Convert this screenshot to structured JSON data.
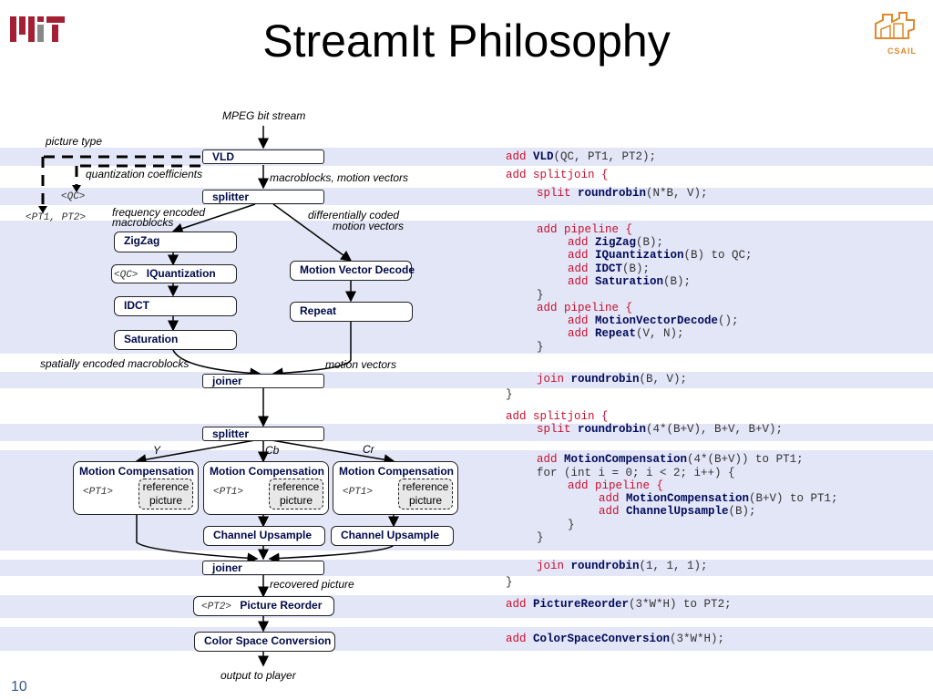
{
  "title": "StreamIt Philosophy",
  "page_number": "10",
  "logos": {
    "left": "MIT",
    "right": "CSAIL"
  },
  "diagram": {
    "top_input": "MPEG bit stream",
    "picture_type": "picture type",
    "quantization_coefficients": "quantization coefficients",
    "macroblocks_motion_vectors": "macroblocks, motion vectors",
    "qc_tag": "<QC>",
    "pt_tag": "<PT1, PT2>",
    "freq_encoded_1": "frequency encoded",
    "freq_encoded_2": "macroblocks",
    "diff_coded_1": "differentially coded",
    "diff_coded_2": "motion vectors",
    "spatially_encoded": "spatially encoded macroblocks",
    "motion_vectors": "motion vectors",
    "y": "Y",
    "cb": "Cb",
    "cr": "Cr",
    "recovered_picture": "recovered picture",
    "output_to_player": "output to player",
    "boxes": {
      "vld": "VLD",
      "splitter1": "splitter",
      "zigzag": "ZigZag",
      "iquant_tag": "<QC>",
      "iquant": "IQuantization",
      "idct": "IDCT",
      "saturation": "Saturation",
      "mvd": "Motion Vector Decode",
      "repeat": "Repeat",
      "joiner1": "joiner",
      "splitter2": "splitter",
      "mc_title": "Motion Compensation",
      "mc_pt": "<PT1>",
      "mc_ref": "reference picture",
      "upsample": "Channel Upsample",
      "joiner2": "joiner",
      "reorder_tag": "<PT2>",
      "reorder": "Picture Reorder",
      "csc": "Color Space Conversion"
    }
  },
  "code": [
    {
      "indent": 0,
      "parts": [
        {
          "t": "add ",
          "c": "kw"
        },
        {
          "t": "VLD",
          "c": "fn"
        },
        {
          "t": "(QC, PT1, PT2);",
          "c": ""
        }
      ]
    },
    {
      "indent": 0,
      "parts": [
        {
          "t": "add splitjoin {",
          "c": "kw"
        }
      ]
    },
    {
      "indent": 1,
      "parts": [
        {
          "t": "split ",
          "c": "kw"
        },
        {
          "t": "roundrobin",
          "c": "fn"
        },
        {
          "t": "(N*B, V);",
          "c": ""
        }
      ]
    },
    {
      "indent": 1,
      "parts": [
        {
          "t": "add pipeline {",
          "c": "kw"
        }
      ]
    },
    {
      "indent": 2,
      "parts": [
        {
          "t": "add ",
          "c": "kw"
        },
        {
          "t": "ZigZag",
          "c": "fn"
        },
        {
          "t": "(B);",
          "c": ""
        }
      ]
    },
    {
      "indent": 2,
      "parts": [
        {
          "t": "add ",
          "c": "kw"
        },
        {
          "t": "IQuantization",
          "c": "fn"
        },
        {
          "t": "(B) to QC;",
          "c": ""
        }
      ]
    },
    {
      "indent": 2,
      "parts": [
        {
          "t": "add ",
          "c": "kw"
        },
        {
          "t": "IDCT",
          "c": "fn"
        },
        {
          "t": "(B);",
          "c": ""
        }
      ]
    },
    {
      "indent": 2,
      "parts": [
        {
          "t": "add ",
          "c": "kw"
        },
        {
          "t": "Saturation",
          "c": "fn"
        },
        {
          "t": "(B);",
          "c": ""
        }
      ]
    },
    {
      "indent": 1,
      "parts": [
        {
          "t": "}",
          "c": ""
        }
      ]
    },
    {
      "indent": 1,
      "parts": [
        {
          "t": "add pipeline {",
          "c": "kw"
        }
      ]
    },
    {
      "indent": 2,
      "parts": [
        {
          "t": "add ",
          "c": "kw"
        },
        {
          "t": "MotionVectorDecode",
          "c": "fn"
        },
        {
          "t": "();",
          "c": ""
        }
      ]
    },
    {
      "indent": 2,
      "parts": [
        {
          "t": "add ",
          "c": "kw"
        },
        {
          "t": "Repeat",
          "c": "fn"
        },
        {
          "t": "(V, N);",
          "c": ""
        }
      ]
    },
    {
      "indent": 1,
      "parts": [
        {
          "t": "}",
          "c": ""
        }
      ]
    },
    {
      "indent": 1,
      "parts": [
        {
          "t": "join ",
          "c": "kw"
        },
        {
          "t": "roundrobin",
          "c": "fn"
        },
        {
          "t": "(B, V);",
          "c": ""
        }
      ]
    },
    {
      "indent": 0,
      "parts": [
        {
          "t": "}",
          "c": ""
        }
      ]
    },
    {
      "indent": 0,
      "parts": [
        {
          "t": "add splitjoin {",
          "c": "kw"
        }
      ]
    },
    {
      "indent": 1,
      "parts": [
        {
          "t": "split ",
          "c": "kw"
        },
        {
          "t": "roundrobin",
          "c": "fn"
        },
        {
          "t": "(4*(B+V), B+V, B+V);",
          "c": ""
        }
      ]
    },
    {
      "indent": 1,
      "parts": [
        {
          "t": "add ",
          "c": "kw"
        },
        {
          "t": "MotionCompensation",
          "c": "fn"
        },
        {
          "t": "(4*(B+V)) to PT1;",
          "c": ""
        }
      ]
    },
    {
      "indent": 1,
      "parts": [
        {
          "t": "for (int i = 0; i < 2; i++) {",
          "c": ""
        }
      ]
    },
    {
      "indent": 2,
      "parts": [
        {
          "t": "add pipeline {",
          "c": "kw"
        }
      ]
    },
    {
      "indent": 3,
      "parts": [
        {
          "t": "add ",
          "c": "kw"
        },
        {
          "t": "MotionCompensation",
          "c": "fn"
        },
        {
          "t": "(B+V) to PT1;",
          "c": ""
        }
      ]
    },
    {
      "indent": 3,
      "parts": [
        {
          "t": "add ",
          "c": "kw"
        },
        {
          "t": "ChannelUpsample",
          "c": "fn"
        },
        {
          "t": "(B);",
          "c": ""
        }
      ]
    },
    {
      "indent": 2,
      "parts": [
        {
          "t": "}",
          "c": ""
        }
      ]
    },
    {
      "indent": 1,
      "parts": [
        {
          "t": "}",
          "c": ""
        }
      ]
    },
    {
      "indent": 1,
      "parts": [
        {
          "t": "join ",
          "c": "kw"
        },
        {
          "t": "roundrobin",
          "c": "fn"
        },
        {
          "t": "(1, 1, 1);",
          "c": ""
        }
      ]
    },
    {
      "indent": 0,
      "parts": [
        {
          "t": "}",
          "c": ""
        }
      ]
    },
    {
      "indent": 0,
      "parts": [
        {
          "t": "add ",
          "c": "kw"
        },
        {
          "t": "PictureReorder",
          "c": "fn"
        },
        {
          "t": "(3*W*H) to PT2;",
          "c": ""
        }
      ]
    },
    {
      "indent": 0,
      "parts": [
        {
          "t": "add ",
          "c": "kw"
        },
        {
          "t": "ColorSpaceConversion",
          "c": "fn"
        },
        {
          "t": "(3*W*H);",
          "c": ""
        }
      ]
    }
  ],
  "colors": {
    "band": "#e3e6f7",
    "keyword": "#c8102e",
    "function": "#000a5a",
    "mit_red": "#a31f34",
    "csail_orange": "#e0882a"
  }
}
